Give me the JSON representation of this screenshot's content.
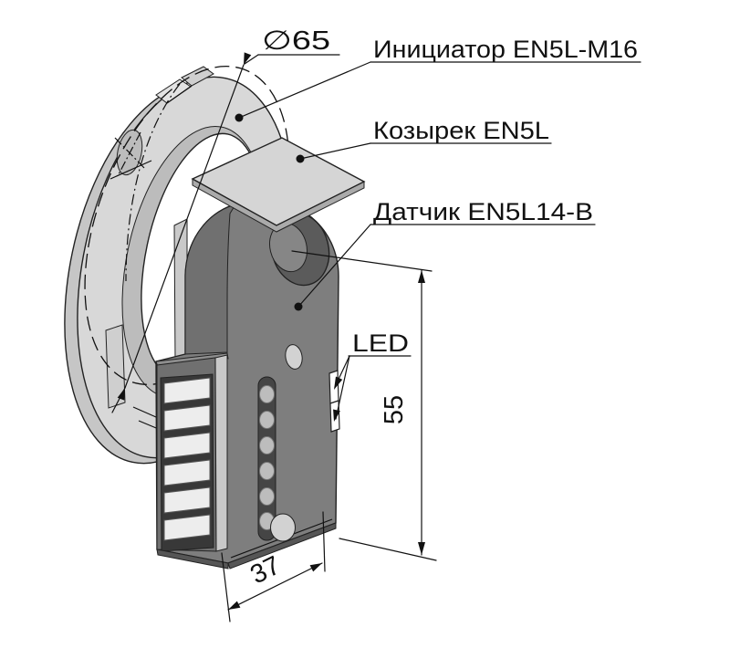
{
  "theme": {
    "bg": "#ffffff",
    "ink": "#111111",
    "edge": "#222222",
    "ring": "#d8d8d8",
    "ring-side": "#c6c6c6",
    "ring-wall": "#bcbcbc",
    "body": "#7e7e7e",
    "body-side": "#707070",
    "body-top": "#8d8d8d",
    "body-base": "#565656",
    "recess": "#383838",
    "cell": "#ededed",
    "strip": "#c9c9c9",
    "plate": "#d5d5d5",
    "plate-edge": "#aaaaaa",
    "hole-dark": "#5b5b5b",
    "hole-mid": "#868686",
    "slot": "#454545",
    "screw": "#bdbdbd",
    "light-hole": "#d2d2d2"
  },
  "figure": {
    "callouts": {
      "diameter": {
        "text": "∅65"
      },
      "initiator": {
        "text": "Инициатор EN5L-M16"
      },
      "visor": {
        "text": "Козырек EN5L"
      },
      "sensor": {
        "text": "Датчик EN5L14-B"
      },
      "led": {
        "text": "LED"
      }
    },
    "dimensions": {
      "height_mm": "55",
      "width_mm": "37"
    }
  }
}
